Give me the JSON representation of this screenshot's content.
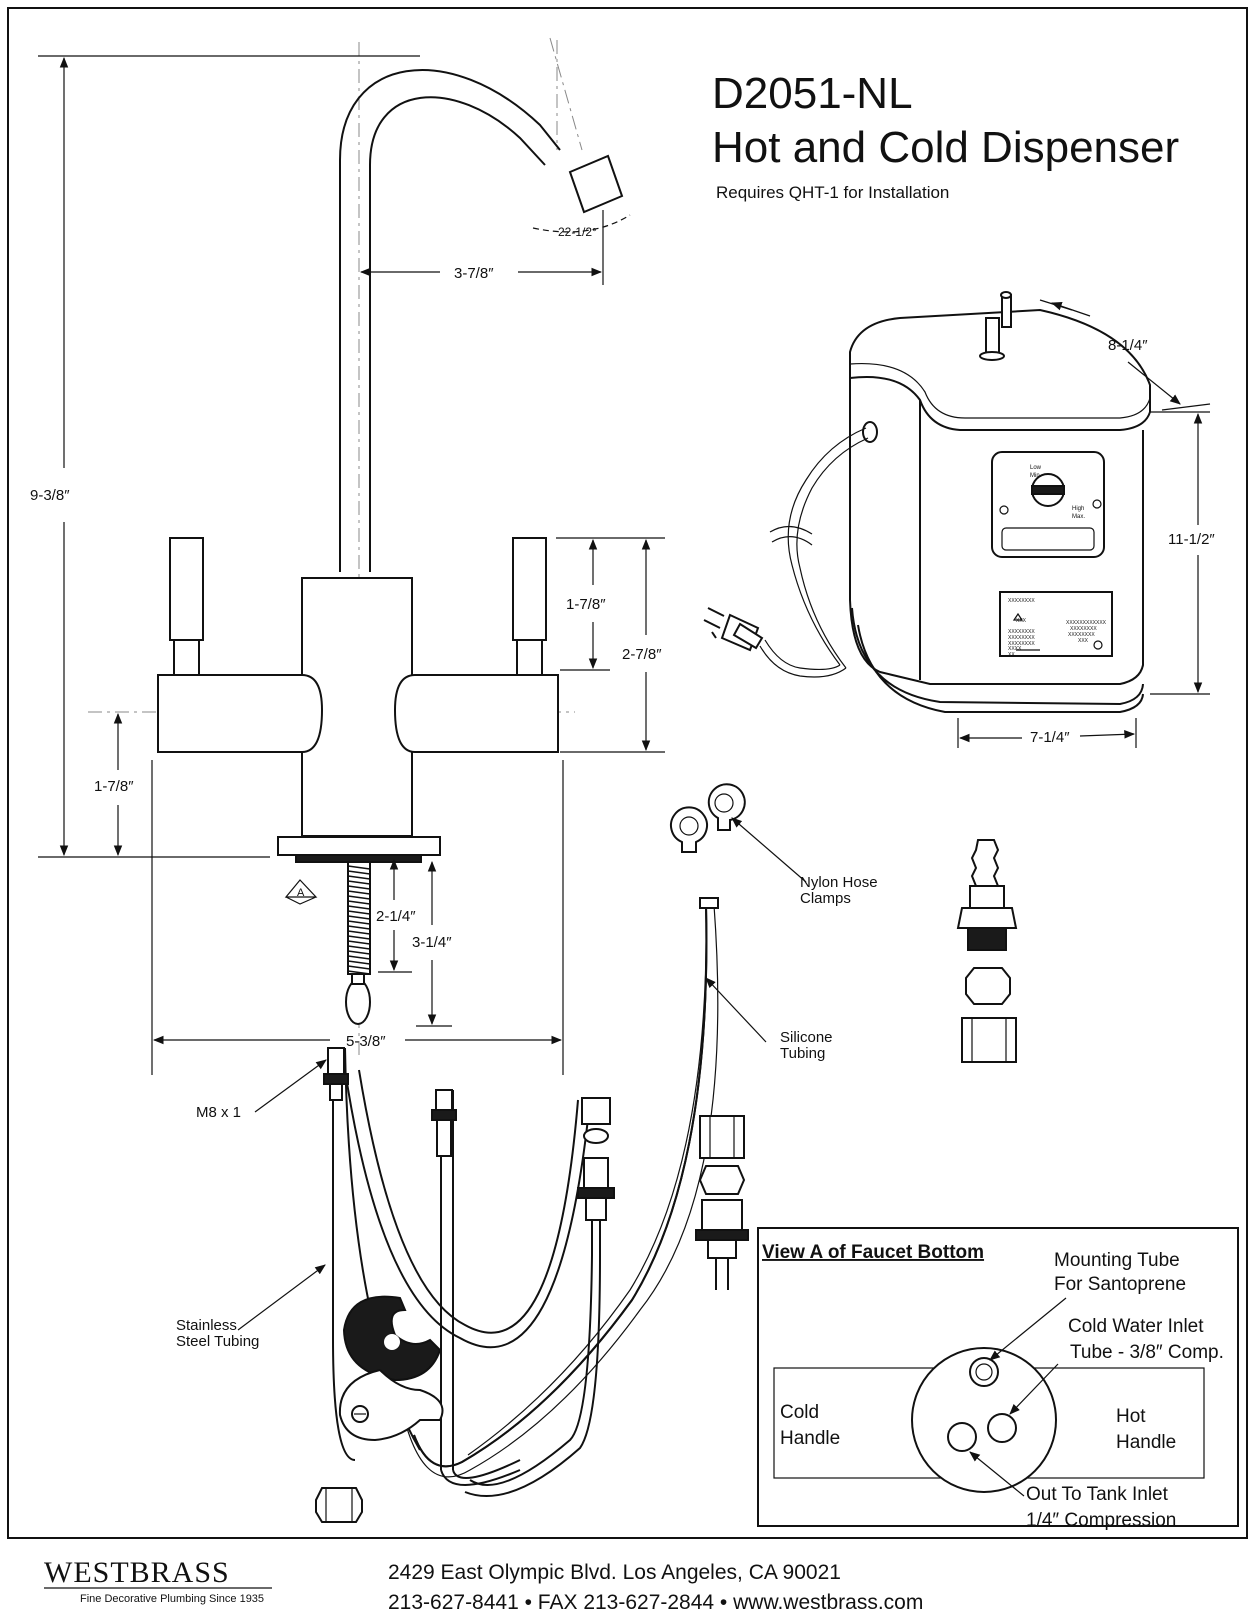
{
  "title": {
    "model": "D2051-NL",
    "name": "Hot and Cold Dispenser",
    "note": "Requires QHT-1 for Installation"
  },
  "dimensions": {
    "faucet_height": "9-3/8″",
    "spout_reach": "3-7/8″",
    "spout_angle": "22-1/2°",
    "handle_height": "1-7/8″",
    "handle_top": "2-7/8″",
    "handle_base": "1-7/8″",
    "shank_length": "2-1/4″",
    "shank_total": "3-1/4″",
    "overall_width": "5-3/8″",
    "tank_depth": "8-1/4″",
    "tank_height": "11-1/2″",
    "tank_width": "7-1/4″"
  },
  "labels": {
    "hose_clamps": [
      "Nylon Hose",
      "Clamps"
    ],
    "silicone": [
      "Silicone",
      "Tubing"
    ],
    "thread": "M8 x 1",
    "steel": [
      "Stainless",
      "Steel Tubing"
    ],
    "view_marker": "A"
  },
  "tank_panel": {
    "low": "Low",
    "min": "Min.",
    "high": "High",
    "max": "Max.",
    "label_lines": [
      "XXXXXXXX",
      "XXX",
      "XXXXXXXX",
      "XXXXXXXX",
      "XXXXXXXX",
      "XXXX",
      "XX",
      "XXXXXXXXXXXX",
      "XXXXXXXX",
      "XXXXXXXX",
      "XXX"
    ]
  },
  "view_a": {
    "title": "View A of Faucet Bottom",
    "mounting_tube": [
      "Mounting Tube",
      "For Santoprene"
    ],
    "cold_inlet": [
      "Cold Water Inlet",
      "Tube - 3/8″ Comp."
    ],
    "cold_handle": [
      "Cold",
      "Handle"
    ],
    "hot_handle": [
      "Hot",
      "Handle"
    ],
    "out_tank": [
      "Out To Tank Inlet",
      "1/4″ Compression"
    ]
  },
  "footer": {
    "brand": "WESTBRASS",
    "tagline": "Fine Decorative Plumbing Since 1935",
    "address": "2429 East Olympic Blvd. Los Angeles, CA  90021",
    "contact": "213-627-8441 • FAX 213-627-2844 • www.westbrass.com"
  }
}
